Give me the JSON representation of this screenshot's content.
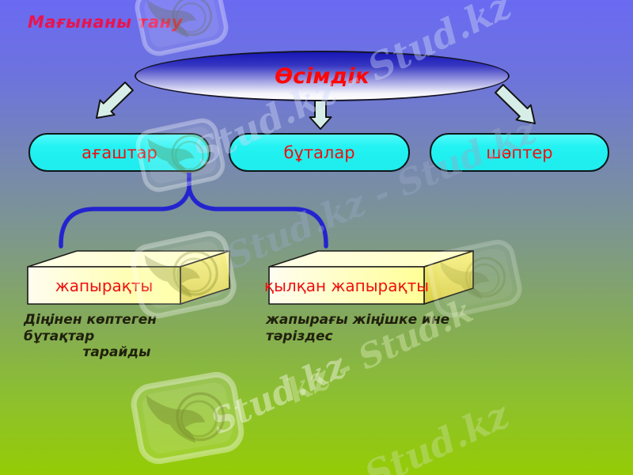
{
  "title": "Мағынаны тану",
  "diagram": {
    "root": "Өсімдік",
    "branches": [
      "ағаштар",
      "бұталар",
      "шөптер"
    ],
    "leaves": [
      "жапырақты",
      "қылқан жапырақты"
    ],
    "captions": {
      "left_line1": "Діңінен көптеген бұтақтар",
      "left_line2": "тарайды",
      "right": "жапырағы жіңішке ине тәріздес"
    }
  },
  "watermarks": {
    "brand": "Stud.kz",
    "chain": "Stud.kz - Stud.kz",
    "partial": "kz - Stud.k"
  },
  "colors": {
    "background_top": "#6a6af2",
    "background_bottom": "#95cc05",
    "node_fill": "#22f2f2",
    "accent_text": "#ee0f0f",
    "title_color": "#e9134e",
    "brace": "#2424cf",
    "ellipse_top": "#1717b6",
    "arrow_fill": "#d7eee8",
    "leaf_box_fill": "#ffff96"
  }
}
